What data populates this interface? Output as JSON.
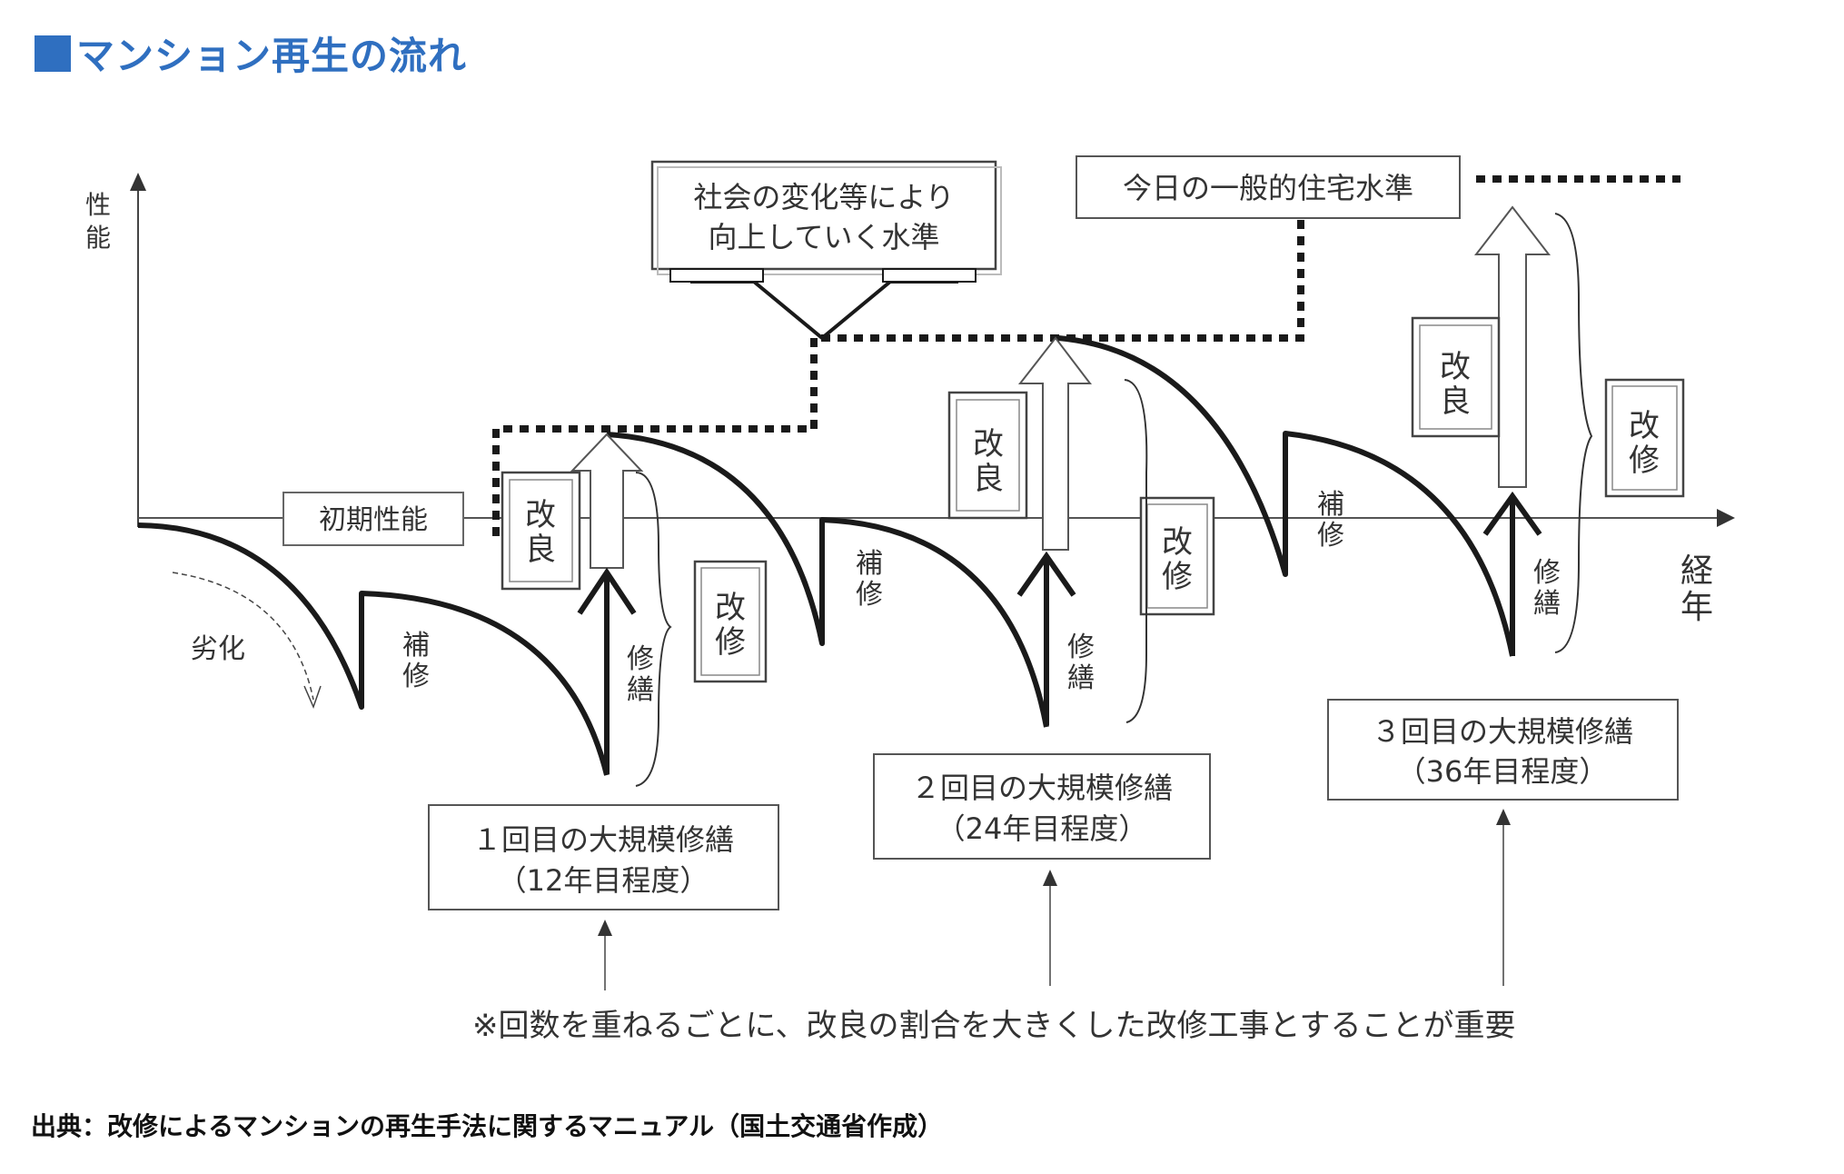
{
  "title": "マンション再生の流れ",
  "colors": {
    "accent": "#2f6fc0",
    "line": "#1a1a1a"
  },
  "diagram": {
    "y_axis_label": "性能",
    "x_axis_label": "経年",
    "initial_performance": "初期性能",
    "deterioration": "劣化",
    "repair": "補修",
    "improvement": "改良",
    "restoration": "修繕",
    "renovation": "改修",
    "rising_standard": [
      "社会の変化等により",
      "向上していく水準"
    ],
    "current_standard": "今日の一般的住宅水準",
    "milestones": [
      {
        "line1": "１回目の大規模修繕",
        "line2": "（12年目程度）"
      },
      {
        "line1": "２回目の大規模修繕",
        "line2": "（24年目程度）"
      },
      {
        "line1": "３回目の大規模修繕",
        "line2": "（36年目程度）"
      }
    ],
    "note": "※回数を重ねるごとに、改良の割合を大きくした改修工事とすることが重要"
  },
  "source": "出典：改修によるマンションの再生手法に関するマニュアル（国土交通省作成）"
}
